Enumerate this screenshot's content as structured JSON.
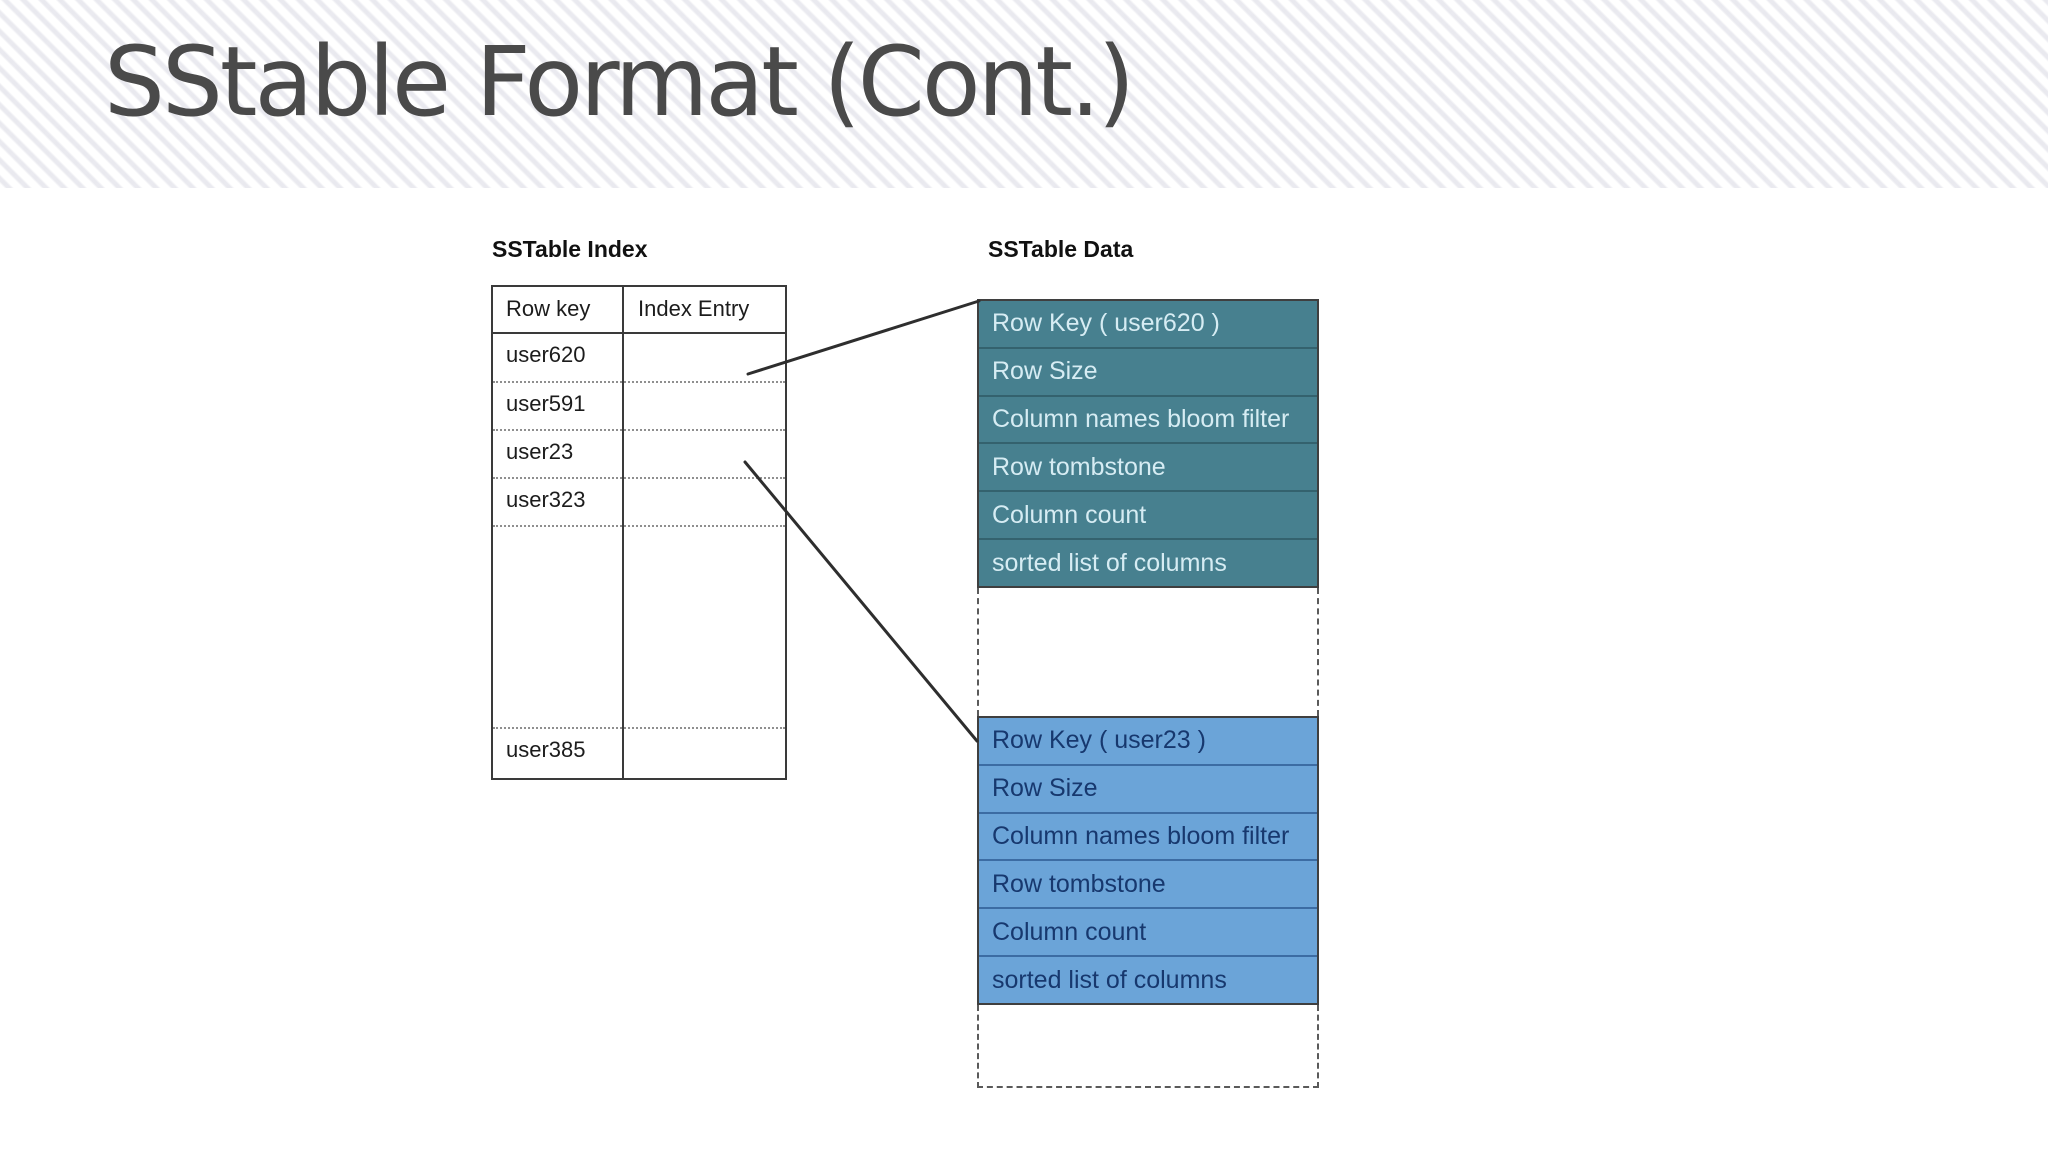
{
  "slide": {
    "title": "SStable Format (Cont.)"
  },
  "index_section": {
    "heading": "SSTable Index",
    "table": {
      "columns": [
        "Row key",
        "Index Entry"
      ],
      "rows": [
        {
          "row_key": "user620",
          "index_entry": ""
        },
        {
          "row_key": "user591",
          "index_entry": ""
        },
        {
          "row_key": "user23",
          "index_entry": ""
        },
        {
          "row_key": "user323",
          "index_entry": ""
        },
        {
          "row_key": "",
          "index_entry": ""
        },
        {
          "row_key": "user385",
          "index_entry": ""
        }
      ]
    }
  },
  "data_section": {
    "heading": "SSTable Data",
    "blocks": [
      {
        "name": "user620-data-block",
        "bg_color": "#47808f",
        "divider_color": "#34626e",
        "text_color": "#d6ecf3",
        "fields": [
          "Row Key ( user620 )",
          "Row Size",
          "Column names bloom filter",
          "Row tombstone",
          "Column count",
          "sorted list of columns"
        ]
      },
      {
        "name": "user23-data-block",
        "bg_color": "#6ba4d8",
        "divider_color": "#3c6ca3",
        "text_color": "#17386e",
        "fields": [
          "Row Key ( user23 )",
          "Row Size",
          "Column names bloom filter",
          "Row tombstone",
          "Column count",
          "sorted list of columns"
        ]
      }
    ]
  },
  "colors": {
    "title_text": "#4a4a4a",
    "header_band_base": "#f8f8fa",
    "header_band_stripe": "#e8e8ee",
    "table_border": "#3a3a3a",
    "dotted_separator": "#8f8f8f",
    "dashed_border": "#5a5a5a",
    "connector_line": "#2e2e2e",
    "heading_text": "#111111",
    "cell_text": "#1c1c1c"
  }
}
